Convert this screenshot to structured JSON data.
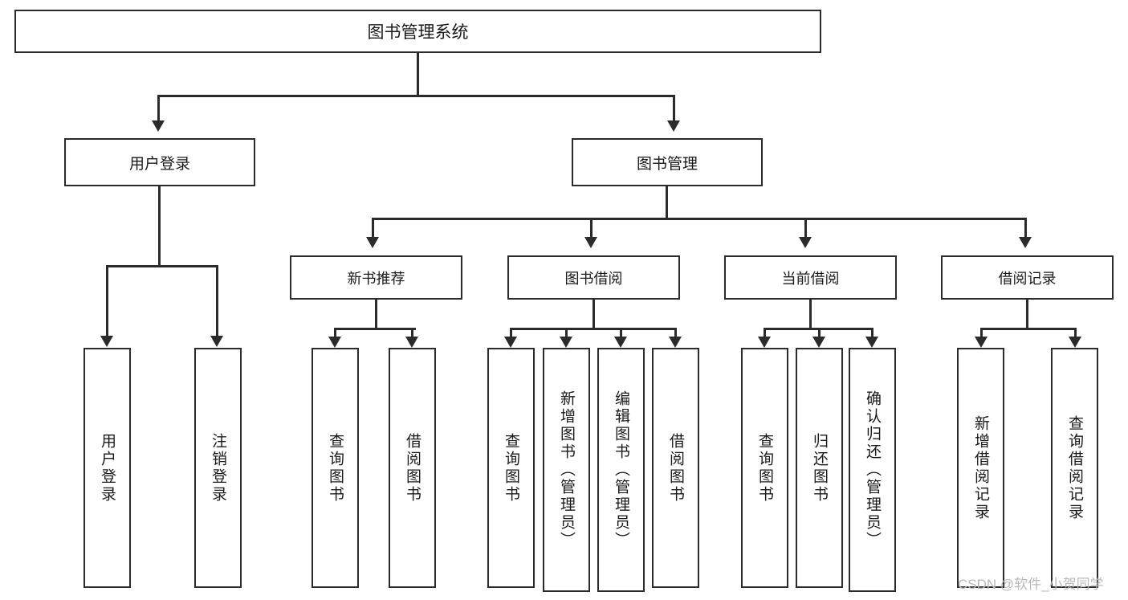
{
  "diagram": {
    "title": "图书管理系统",
    "type": "tree-hierarchy-diagram",
    "colors": {
      "stroke": "#2b2b2b",
      "fill": "#ffffff",
      "text": "#1a1a1a",
      "watermark": "#b9b9b9"
    },
    "root": {
      "label": "图书管理系统"
    },
    "level1": [
      {
        "label": "用户登录"
      },
      {
        "label": "图书管理"
      }
    ],
    "level2": [
      {
        "label": "新书推荐"
      },
      {
        "label": "图书借阅"
      },
      {
        "label": "当前借阅"
      },
      {
        "label": "借阅记录"
      }
    ],
    "leaves": [
      {
        "label": "用户登录"
      },
      {
        "label": "注销登录"
      },
      {
        "label": "查询图书"
      },
      {
        "label": "借阅图书"
      },
      {
        "label": "查询图书"
      },
      {
        "label": "新增图书（管理员）"
      },
      {
        "label": "编辑图书（管理员）"
      },
      {
        "label": "借阅图书"
      },
      {
        "label": "查询图书"
      },
      {
        "label": "归还图书"
      },
      {
        "label": "确认归还（管理员）"
      },
      {
        "label": "新增借阅记录"
      },
      {
        "label": "查询借阅记录"
      }
    ]
  },
  "watermark": {
    "text": "CSDN @软件_小贺同学"
  }
}
